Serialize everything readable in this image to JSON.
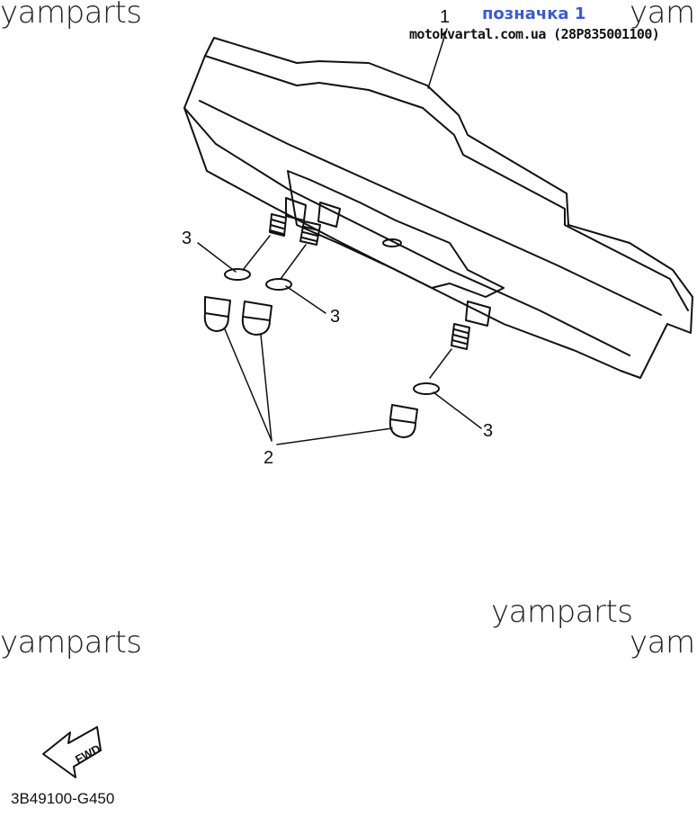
{
  "watermarks": {
    "top_left": "yamparts",
    "top_right": "yamp",
    "mid_right": "yamparts",
    "lower_left": "yamparts",
    "lower_right": "yamp"
  },
  "overlay": {
    "title": "позначка 1",
    "source": "motokvartal.com.ua (28P835001100)",
    "title_color": "#3a5bd0"
  },
  "callouts": {
    "part1": "1",
    "part2": "2",
    "part3a": "3",
    "part3b": "3",
    "part3c": "3"
  },
  "fwd_label": "FWD",
  "part_code": "3B49100-G450"
}
